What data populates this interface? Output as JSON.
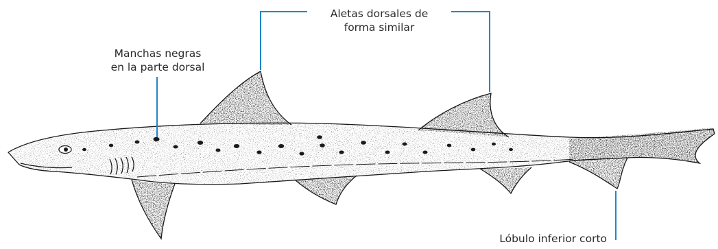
{
  "diagram": {
    "subject": "shark-illustration",
    "colors": {
      "leader_line": "#1f86c8",
      "ink": "#1a1a1a",
      "label": "#2b2b2b",
      "background": "#ffffff"
    }
  },
  "labels": {
    "dorsal_fins": {
      "line1": "Aletas dorsales de",
      "line2": "forma similar"
    },
    "dorsal_spots": {
      "line1": "Manchas negras",
      "line2": "en la parte dorsal"
    },
    "lower_lobe": {
      "line1": "Lóbulo inferior corto"
    }
  }
}
